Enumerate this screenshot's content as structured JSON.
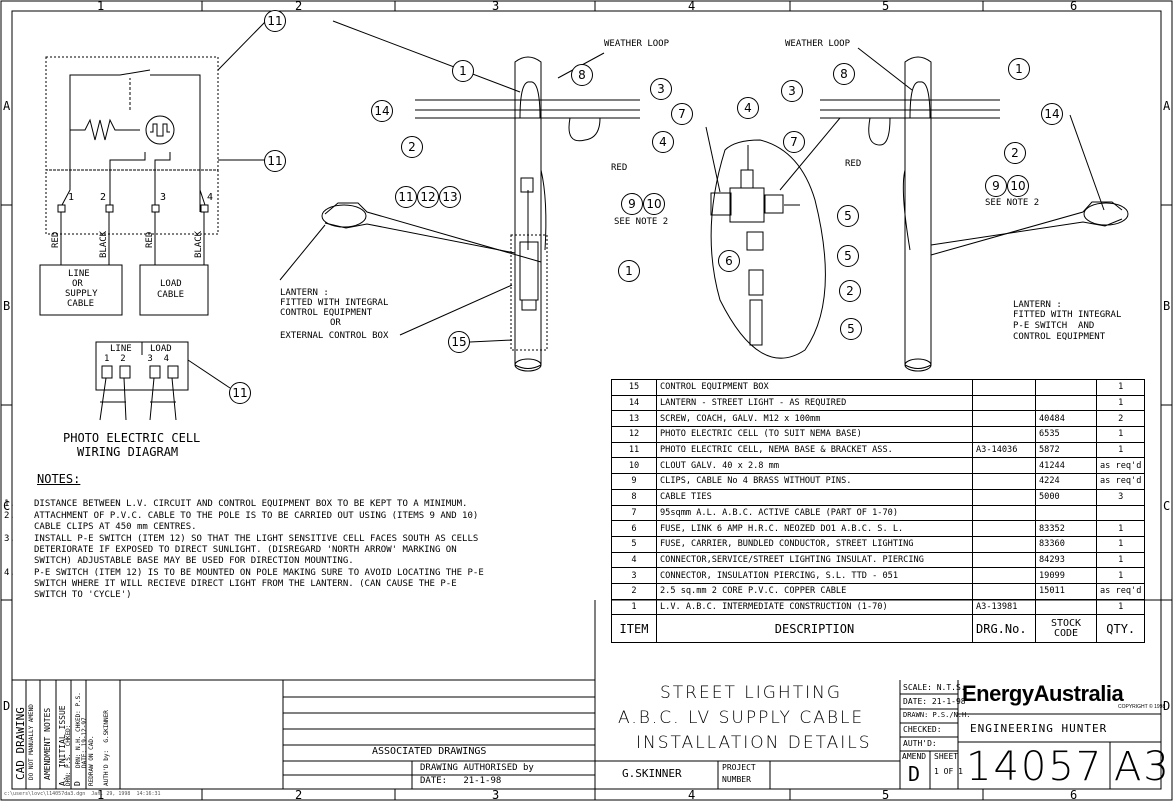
{
  "grid": {
    "cols": [
      "1",
      "2",
      "3",
      "4",
      "5",
      "6"
    ],
    "rows": [
      "A",
      "B",
      "C",
      "D"
    ]
  },
  "diagram": {
    "balloons": {
      "b11a": "11",
      "b11b": "11",
      "b11c": "11",
      "b14l": "14",
      "b14r": "14",
      "b1a": "1",
      "b1b": "1",
      "b1c": "1",
      "b8l": "8",
      "b8r": "8",
      "b3l": "3",
      "b3r": "3",
      "b4l": "4",
      "b4c": "4",
      "b2l": "2",
      "b2r": "2",
      "b2c": "2",
      "b7l": "7",
      "b7r": "7",
      "b9l": "9",
      "b10l": "10",
      "b9r": "9",
      "b10r": "10",
      "b11m": "11",
      "b12m": "12",
      "b13m": "13",
      "b15": "15",
      "b5a": "5",
      "b5b": "5",
      "b5c": "5",
      "b6": "6"
    },
    "weather_loop": "WEATHER LOOP",
    "red": "RED",
    "see_note": "SEE NOTE 2",
    "lantern_left": [
      "LANTERN :",
      "FITTED WITH INTEGRAL",
      "CONTROL EQUIPMENT",
      "OR",
      "EXTERNAL CONTROL BOX"
    ],
    "lantern_right": [
      "LANTERN :",
      "FITTED WITH INTEGRAL",
      "P-E SWITCH  AND",
      "CONTROL EQUIPMENT"
    ],
    "wiring": {
      "terminals": [
        "1",
        "2",
        "3",
        "4"
      ],
      "wires": [
        "RED",
        "BLACK",
        "RED",
        "BLACK"
      ],
      "line_box": [
        "LINE",
        "OR",
        "SUPPLY",
        "CABLE"
      ],
      "load_box": [
        "LOAD",
        "CABLE"
      ],
      "socket_line": "LINE",
      "socket_load": "LOAD",
      "socket_terms": "1  2    3  4",
      "title": [
        "PHOTO ELECTRIC CELL",
        "WIRING DIAGRAM"
      ]
    }
  },
  "notes": {
    "heading": "NOTES:",
    "items": [
      {
        "n": "1.",
        "lines": [
          "DISTANCE BETWEEN L.V. CIRCUIT AND CONTROL EQUIPMENT BOX TO BE KEPT TO A MINIMUM."
        ]
      },
      {
        "n": "2.",
        "lines": [
          "ATTACHMENT OF P.V.C. CABLE TO THE POLE IS TO BE CARRIED OUT USING (ITEMS 9 AND 10)",
          "CABLE CLIPS AT 450 mm CENTRES."
        ]
      },
      {
        "n": "3.",
        "lines": [
          "INSTALL P-E SWITCH (ITEM 12) SO THAT THE LIGHT SENSITIVE CELL FACES SOUTH AS CELLS",
          "DETERIORATE IF EXPOSED TO DIRECT SUNLIGHT.  (DISREGARD 'NORTH ARROW' MARKING ON",
          "SWITCH) ADJUSTABLE BASE MAY BE USED FOR DIRECTION MOUNTING."
        ]
      },
      {
        "n": "4.",
        "lines": [
          "P-E SWITCH (ITEM 12) IS TO BE MOUNTED ON POLE MAKING SURE TO AVOID LOCATING THE P-E",
          "SWITCH WHERE IT WILL RECIEVE DIRECT LIGHT FROM THE LANTERN. (CAN CAUSE THE P-E",
          "SWITCH TO 'CYCLE')"
        ]
      }
    ]
  },
  "parts_list": {
    "rows": [
      {
        "item": "15",
        "desc": "CONTROL EQUIPMENT BOX",
        "drg": "",
        "stock": "",
        "qty": "1"
      },
      {
        "item": "14",
        "desc": "LANTERN - STREET LIGHT - AS REQUIRED",
        "drg": "",
        "stock": "",
        "qty": "1"
      },
      {
        "item": "13",
        "desc": "SCREW, COACH, GALV.  M12 x 100mm",
        "drg": "",
        "stock": "40484",
        "qty": "2"
      },
      {
        "item": "12",
        "desc": "PHOTO ELECTRIC CELL   (TO SUIT NEMA BASE)",
        "drg": "",
        "stock": "6535",
        "qty": "1"
      },
      {
        "item": "11",
        "desc": "PHOTO ELECTRIC CELL, NEMA BASE & BRACKET ASS.",
        "drg": "A3-14036",
        "stock": "5872",
        "qty": "1"
      },
      {
        "item": "10",
        "desc": "CLOUT GALV.  40 x 2.8 mm",
        "drg": "",
        "stock": "41244",
        "qty": "as req'd"
      },
      {
        "item": "9",
        "desc": "CLIPS, CABLE  No 4  BRASS WITHOUT PINS.",
        "drg": "",
        "stock": "4224",
        "qty": "as req'd"
      },
      {
        "item": "8",
        "desc": "CABLE TIES",
        "drg": "",
        "stock": "5000",
        "qty": "3"
      },
      {
        "item": "7",
        "desc": "95sqmm A.L.  A.B.C. ACTIVE CABLE (PART OF 1-70)",
        "drg": "",
        "stock": "",
        "qty": ""
      },
      {
        "item": "6",
        "desc": "FUSE, LINK 6 AMP H.R.C. NEOZED DO1 A.B.C.  S. L.",
        "drg": "",
        "stock": "83352",
        "qty": "1"
      },
      {
        "item": "5",
        "desc": "FUSE, CARRIER, BUNDLED CONDUCTOR, STREET LIGHTING",
        "drg": "",
        "stock": "83360",
        "qty": "1"
      },
      {
        "item": "4",
        "desc": "CONNECTOR,SERVICE/STREET LIGHTING INSULAT. PIERCING",
        "drg": "",
        "stock": "84293",
        "qty": "1"
      },
      {
        "item": "3",
        "desc": "CONNECTOR, INSULATION PIERCING, S.L. TTD - 051",
        "drg": "",
        "stock": "19099",
        "qty": "1"
      },
      {
        "item": "2",
        "desc": "2.5 sq.mm 2 CORE P.V.C. COPPER CABLE",
        "drg": "",
        "stock": "15011",
        "qty": "as req'd"
      },
      {
        "item": "1",
        "desc": "L.V. A.B.C. INTERMEDIATE CONSTRUCTION (1-70)",
        "drg": "A3-13981",
        "stock": "",
        "qty": "1"
      }
    ],
    "header": {
      "item": "ITEM",
      "desc": "DESCRIPTION",
      "drg": "DRG.No.",
      "stock": "STOCK CODE",
      "qty": "QTY."
    }
  },
  "title_block": {
    "title": [
      "STREET LIGHTING",
      "A.B.C. LV SUPPLY CABLE",
      "INSTALLATION DETAILS"
    ],
    "scale": "SCALE: N.T.S.",
    "date": "DATE: 21-1-98",
    "drawn": "DRAWN: P.S./N.H.",
    "checked": "CHECKED:",
    "authd": "AUTH'D:",
    "amend_label": "AMEND",
    "amend_value": "D",
    "sheet_label": "SHEET",
    "sheet_value": "1 OF 1",
    "company": "EnergyAustralia",
    "copyright": "COPYRIGHT © 1998",
    "dept": "ENGINEERING HUNTER",
    "drawing_no": "14057",
    "size": "A3",
    "assoc": "ASSOCIATED DRAWINGS",
    "authorised_by": "DRAWING AUTHORISED by",
    "auth_date": "DATE:   21-1-98",
    "signer": "G.SKINNER",
    "project": "PROJECT",
    "number": "NUMBER",
    "cad": [
      "CAD DRAWING",
      "DO NOT MANUALLY AMEND"
    ],
    "amend_notes": "AMENDMENT NOTES",
    "a_row": [
      "A.",
      "INITIAL ISSUE",
      "DRN: P.S.  CHKED:"
    ],
    "d_row": [
      "D",
      "DRN: N.H. CHKED: P.S.",
      "DATE: 19-12-97",
      "REDRAW ON CAD."
    ],
    "auth_by": "AUTH'D by:  G.SKINNER",
    "file_path": "c:\\users\\lovc\\l14057da3.dgn  Jan. 29, 1998  14:16:31"
  }
}
